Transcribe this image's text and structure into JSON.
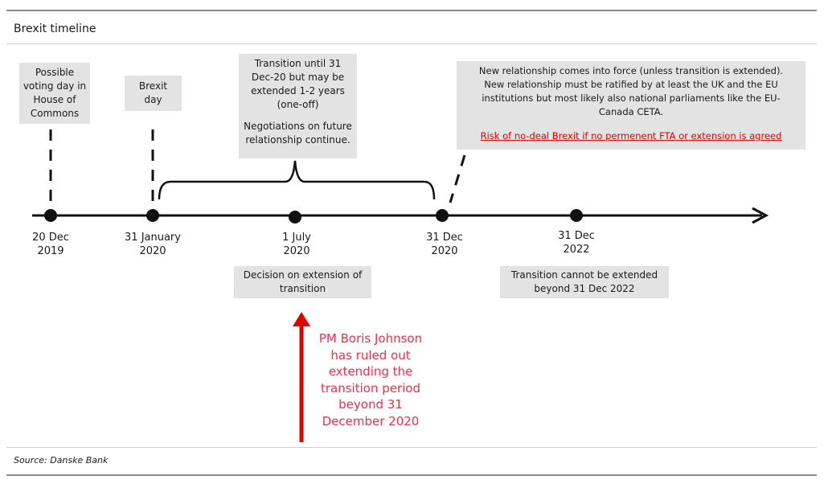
{
  "title": "Brexit timeline",
  "source": "Source: Danske Bank",
  "above_boxes": {
    "voting_day": [
      "Possible",
      "voting day in",
      "House of",
      "Commons"
    ],
    "brexit_day": [
      "Brexit",
      "day"
    ],
    "transition": [
      "Transition until 31",
      "Dec-20 but may be",
      "extended 1-2 years",
      "(one-off)",
      "",
      "Negotiations on future",
      "relationship continue."
    ],
    "new_relationship": [
      "New relationship comes into force (unless transition is extended).",
      "New relationship must be ratified by at least the UK and the EU",
      "institutions but most likely also national parliaments like the EU-",
      "Canada CETA."
    ],
    "no_deal_warning": "Risk of no-deal Brexit if no permenent FTA or extension is agreed"
  },
  "dates": {
    "d1": [
      "20 Dec",
      "2019"
    ],
    "d2": [
      "31 January",
      "2020"
    ],
    "d3": [
      "1 July",
      "2020"
    ],
    "d4": [
      "31 Dec",
      "2020"
    ],
    "d5": [
      "31 Dec",
      "2022"
    ]
  },
  "below_boxes": {
    "decision": [
      "Decision on extension of",
      "transition"
    ],
    "cannot_extend": [
      "Transition cannot be extended",
      "beyond 31 Dec 2022"
    ]
  },
  "note": [
    "PM Boris Johnson",
    "has ruled out",
    "extending the",
    "transition period",
    "beyond 31",
    "December 2020"
  ],
  "colors": {
    "box_fill": "#e3e3e3",
    "timeline": "#111111",
    "arrow_red": "#e00000",
    "note_text": "#e8344a"
  }
}
